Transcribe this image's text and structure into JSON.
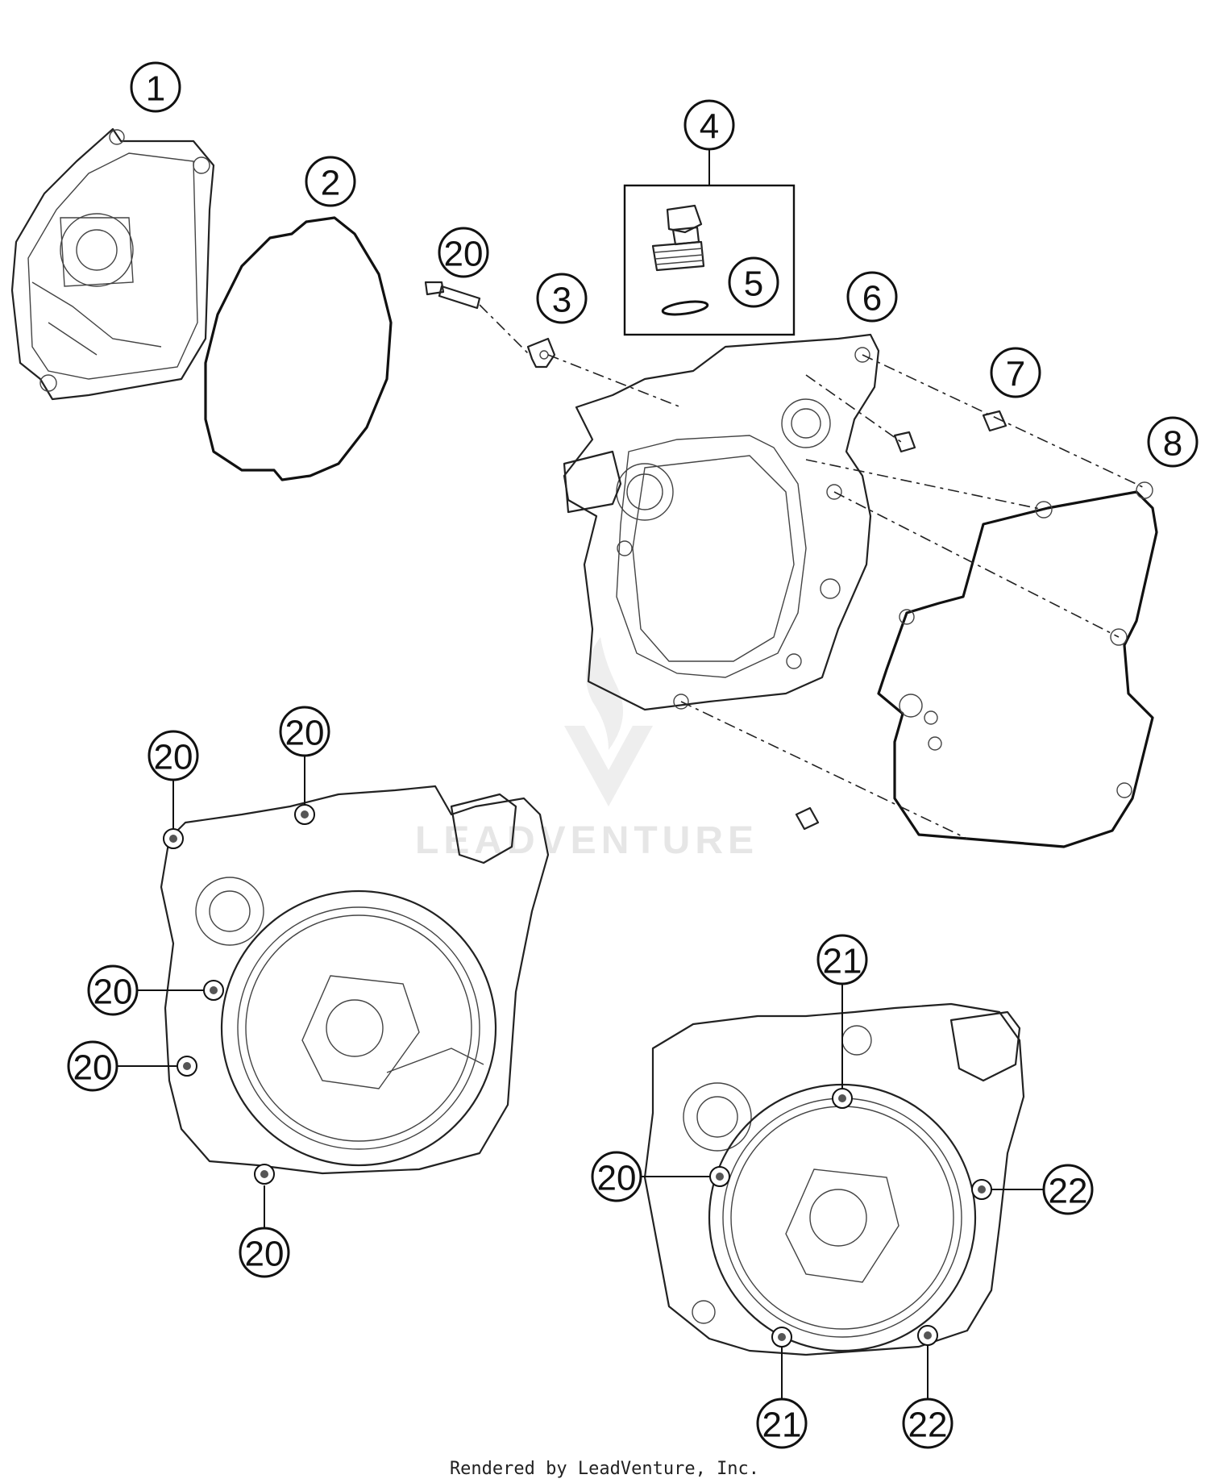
{
  "callouts": {
    "c1": "1",
    "c2": "2",
    "c3": "3",
    "c4": "4",
    "c5": "5",
    "c6": "6",
    "c7": "7",
    "c8": "8",
    "c20a": "20",
    "c20b": "20",
    "c20c": "20",
    "c20d": "20",
    "c20e": "20",
    "c20f": "20",
    "c20g": "20",
    "c21a": "21",
    "c21b": "21",
    "c22a": "22",
    "c22b": "22"
  },
  "watermark": "LEADVENTURE",
  "footer": "Rendered by LeadVenture, Inc."
}
